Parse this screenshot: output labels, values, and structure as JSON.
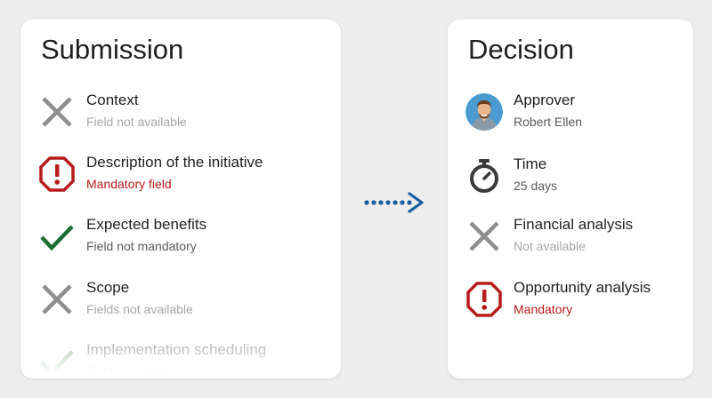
{
  "submission": {
    "title": "Submission",
    "items": [
      {
        "title": "Context",
        "subtitle": "Field not available",
        "status": "x-icon"
      },
      {
        "title": "Description of the initiative",
        "subtitle": "Mandatory field",
        "status": "alert-octagon-icon"
      },
      {
        "title": "Expected benefits",
        "subtitle": "Field not mandatory",
        "status": "check-icon"
      },
      {
        "title": "Scope",
        "subtitle": "Fields not available",
        "status": "x-icon"
      },
      {
        "title": "Implementation scheduling",
        "subtitle": "Fields available",
        "status": "check-icon"
      }
    ]
  },
  "decision": {
    "title": "Decision",
    "items": [
      {
        "title": "Approver",
        "subtitle": "Robert Ellen",
        "status": "avatar"
      },
      {
        "title": "Time",
        "subtitle": "25 days",
        "status": "stopwatch-icon"
      },
      {
        "title": "Financial analysis",
        "subtitle": "Not available",
        "status": "x-icon"
      },
      {
        "title": "Opportunity analysis",
        "subtitle": "Mandatory",
        "status": "alert-octagon-icon"
      }
    ]
  },
  "colors": {
    "gray_icon": "#8e8e8e",
    "red": "#b71c1c",
    "green": "#1b6e2f",
    "arrow_blue": "#1a5d9e",
    "background": "#ededed",
    "card": "#ffffff"
  }
}
